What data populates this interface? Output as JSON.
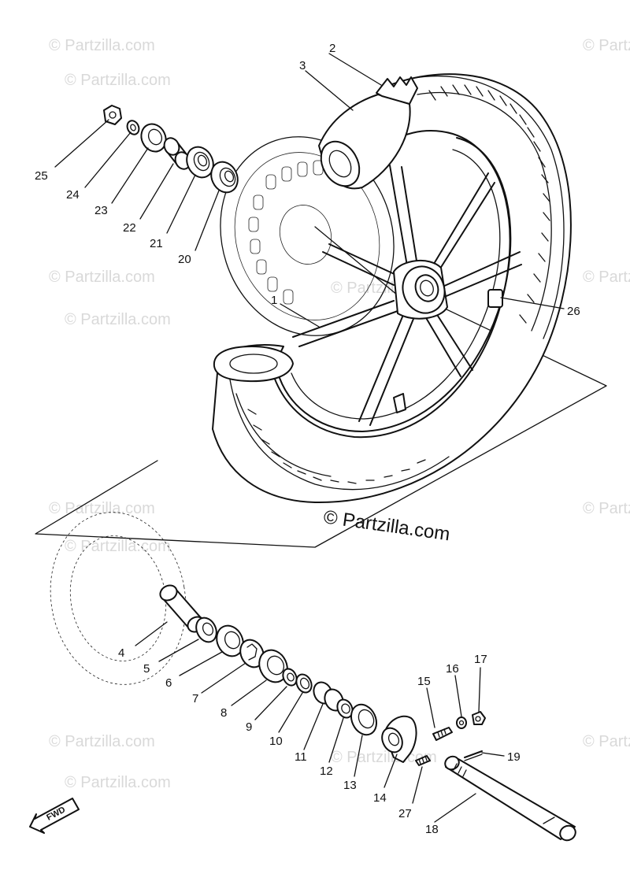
{
  "watermark_text": "© Partzilla.com",
  "copyright_text": "© Partzilla.com",
  "fwd_label": "FWD",
  "callouts": [
    {
      "id": "c1",
      "label": "1"
    },
    {
      "id": "c2",
      "label": "2"
    },
    {
      "id": "c3",
      "label": "3"
    },
    {
      "id": "c4",
      "label": "4"
    },
    {
      "id": "c5",
      "label": "5"
    },
    {
      "id": "c6",
      "label": "6"
    },
    {
      "id": "c7",
      "label": "7"
    },
    {
      "id": "c8",
      "label": "8"
    },
    {
      "id": "c9",
      "label": "9"
    },
    {
      "id": "c10",
      "label": "10"
    },
    {
      "id": "c11",
      "label": "11"
    },
    {
      "id": "c12",
      "label": "12"
    },
    {
      "id": "c13",
      "label": "13"
    },
    {
      "id": "c14",
      "label": "14"
    },
    {
      "id": "c15",
      "label": "15"
    },
    {
      "id": "c16",
      "label": "16"
    },
    {
      "id": "c17",
      "label": "17"
    },
    {
      "id": "c18",
      "label": "18"
    },
    {
      "id": "c19",
      "label": "19"
    },
    {
      "id": "c20",
      "label": "20"
    },
    {
      "id": "c21",
      "label": "21"
    },
    {
      "id": "c22",
      "label": "22"
    },
    {
      "id": "c23",
      "label": "23"
    },
    {
      "id": "c24",
      "label": "24"
    },
    {
      "id": "c25",
      "label": "25"
    },
    {
      "id": "c26",
      "label": "26"
    },
    {
      "id": "c27",
      "label": "27"
    }
  ]
}
